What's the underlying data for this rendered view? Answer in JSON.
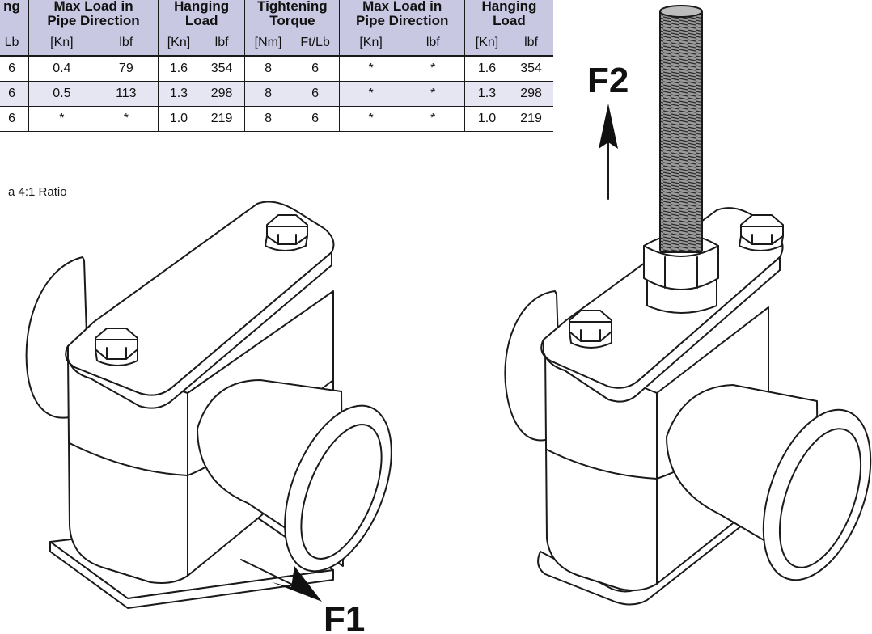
{
  "table": {
    "group_headers": [
      {
        "text": "ng",
        "span": 1
      },
      {
        "text": "Max Load in\nPipe Direction",
        "span": 2
      },
      {
        "text": "Hanging\nLoad",
        "span": 2
      },
      {
        "text": "Tightening\nTorque",
        "span": 2
      },
      {
        "text": "Max Load in\nPipe Direction",
        "span": 2
      },
      {
        "text": "Hanging\nLoad",
        "span": 2
      }
    ],
    "sub_headers": [
      "Lb",
      "[Kn]",
      "lbf",
      "[Kn]",
      "lbf",
      "[Nm]",
      "Ft/Lb",
      "[Kn]",
      "lbf",
      "[Kn]",
      "lbf"
    ],
    "rows": [
      [
        "6",
        "0.4",
        "79",
        "1.6",
        "354",
        "8",
        "6",
        "*",
        "*",
        "1.6",
        "354"
      ],
      [
        "6",
        "0.5",
        "113",
        "1.3",
        "298",
        "8",
        "6",
        "*",
        "*",
        "1.3",
        "298"
      ],
      [
        "6",
        "*",
        "*",
        "1.0",
        "219",
        "8",
        "6",
        "*",
        "*",
        "1.0",
        "219"
      ]
    ]
  },
  "note": "a 4:1 Ratio",
  "labels": {
    "f1": "F1",
    "f2": "F2"
  },
  "colors": {
    "header_bg": "#c9c8e3",
    "alt_row_bg": "#e6e5f2",
    "line": "#1a1a1a"
  }
}
